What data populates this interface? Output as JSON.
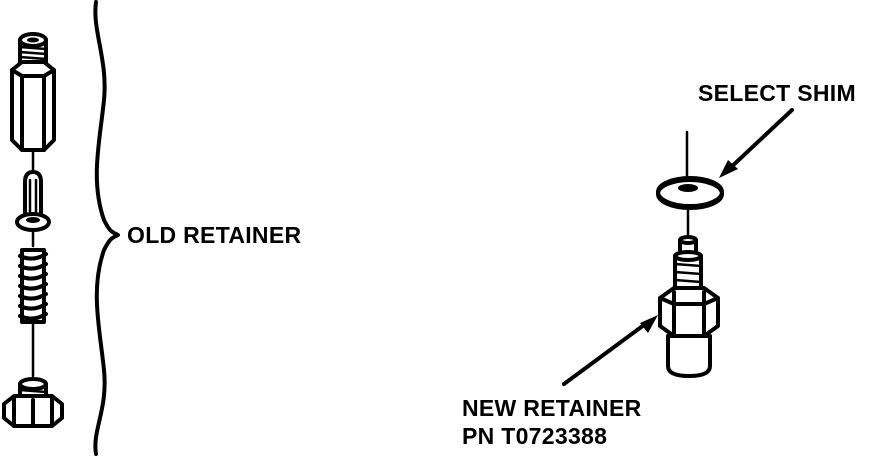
{
  "labels": {
    "old_retainer": "OLD RETAINER",
    "select_shim": "SELECT SHIM",
    "new_retainer_line1": "NEW RETAINER",
    "new_retainer_line2": "PN T0723388"
  },
  "colors": {
    "ink": "#000000",
    "background": "#ffffff"
  }
}
